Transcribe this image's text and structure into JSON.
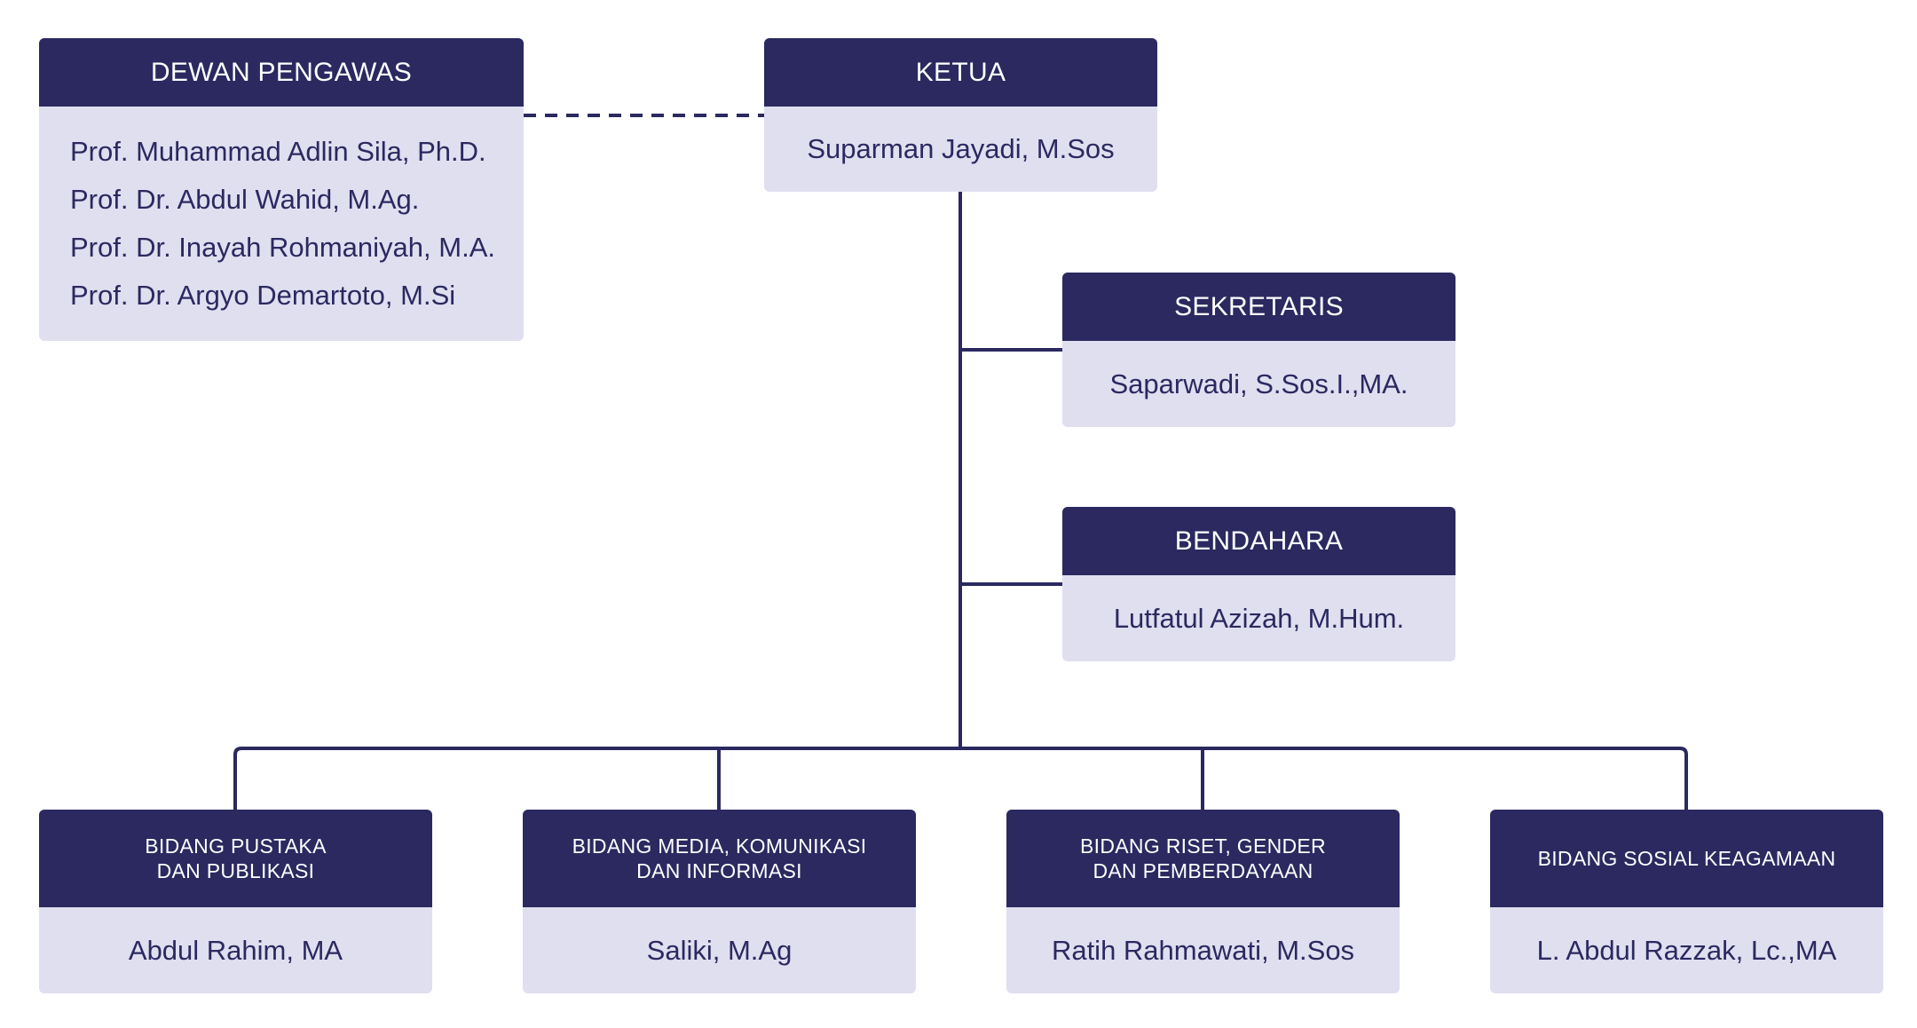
{
  "colors": {
    "header": "#2b2960",
    "body_fill": "#e0dff0",
    "text_dark": "#2b2960",
    "connector": "#2b2960"
  },
  "dewan": {
    "title": "DEWAN PENGAWAS",
    "members": [
      "Prof. Muhammad Adlin Sila, Ph.D.",
      "Prof. Dr. Abdul Wahid, M.Ag.",
      "Prof. Dr. Inayah Rohmaniyah, M.A.",
      "Prof. Dr. Argyo Demartoto, M.Si"
    ]
  },
  "ketua": {
    "title": "KETUA",
    "name": "Suparman Jayadi, M.Sos"
  },
  "sekretaris": {
    "title": "SEKRETARIS",
    "name": "Saparwadi, S.Sos.I.,MA."
  },
  "bendahara": {
    "title": "BENDAHARA",
    "name": "Lutfatul Azizah, M.Hum."
  },
  "bidang": [
    {
      "title_line1": "BIDANG PUSTAKA",
      "title_line2": "DAN PUBLIKASI",
      "name": "Abdul Rahim, MA"
    },
    {
      "title_line1": "BIDANG MEDIA, KOMUNIKASI",
      "title_line2": "DAN INFORMASI",
      "name": "Saliki, M.Ag"
    },
    {
      "title_line1": "BIDANG RISET, GENDER",
      "title_line2": "DAN PEMBERDAYAAN",
      "name": "Ratih Rahmawati, M.Sos"
    },
    {
      "title_line1": "BIDANG SOSIAL KEAGAMAAN",
      "title_line2": "",
      "name": "L. Abdul Razzak, Lc.,MA"
    }
  ]
}
